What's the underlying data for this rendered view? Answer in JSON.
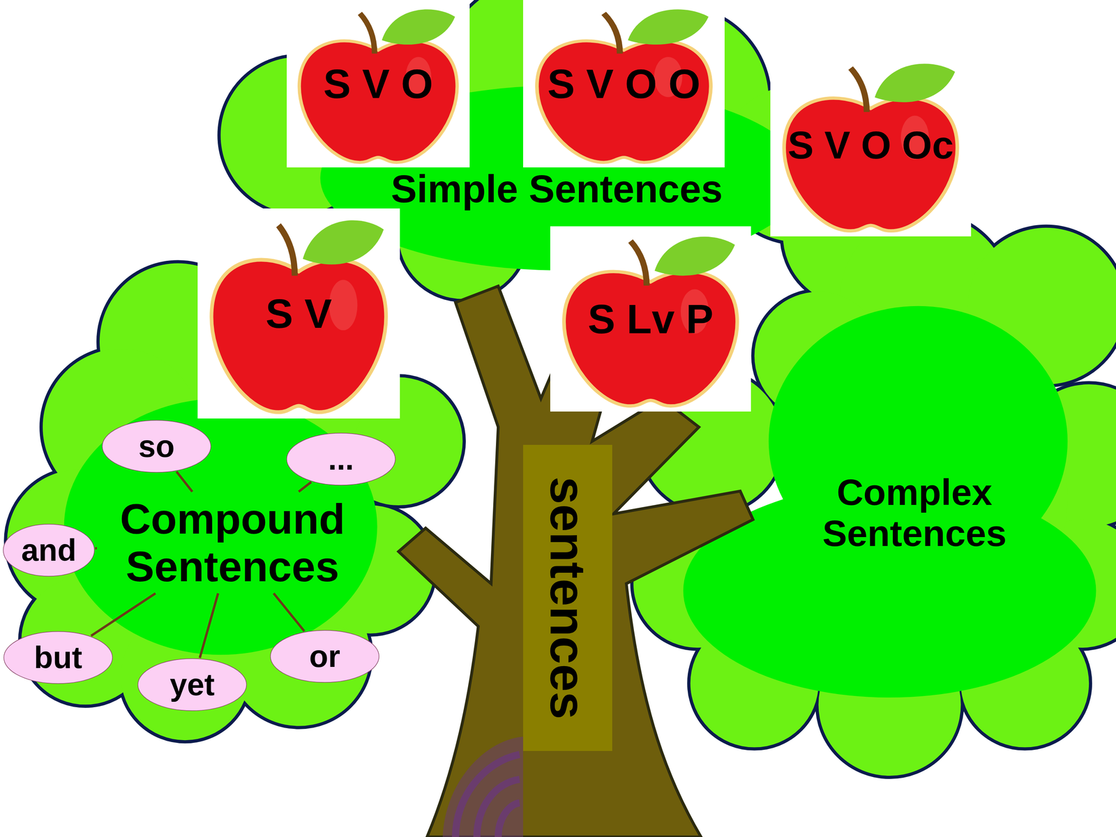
{
  "diagram": {
    "nodes": [
      {
        "text": [
          "S V O"
        ]
      },
      {
        "text": [
          "S V O O"
        ]
      },
      {
        "text": [
          "S V O Oc"
        ]
      },
      {
        "text": [
          "Simple Sentences"
        ]
      },
      {
        "text": [
          "S V"
        ]
      },
      {
        "text": [
          "S Lv P"
        ]
      },
      {
        "text": [
          "so"
        ]
      },
      {
        "text": [
          "..."
        ]
      },
      {
        "text": [
          "Compound Sentences"
        ]
      },
      {
        "text": [
          "and"
        ]
      },
      {
        "text": [
          "but"
        ]
      },
      {
        "text": [
          "yet"
        ]
      },
      {
        "text": [
          "or"
        ]
      },
      {
        "text": [
          "sentences"
        ]
      },
      {
        "text": [
          "Complex Sentences"
        ]
      }
    ],
    "edges": [
      {
        "from": 8,
        "to": 6,
        "arrow": "none"
      },
      {
        "from": 8,
        "to": 7,
        "arrow": "none"
      },
      {
        "from": 8,
        "to": 9,
        "arrow": "none"
      },
      {
        "from": 8,
        "to": 10,
        "arrow": "none"
      },
      {
        "from": 8,
        "to": 11,
        "arrow": "none"
      },
      {
        "from": 8,
        "to": 12,
        "arrow": "none"
      }
    ]
  }
}
